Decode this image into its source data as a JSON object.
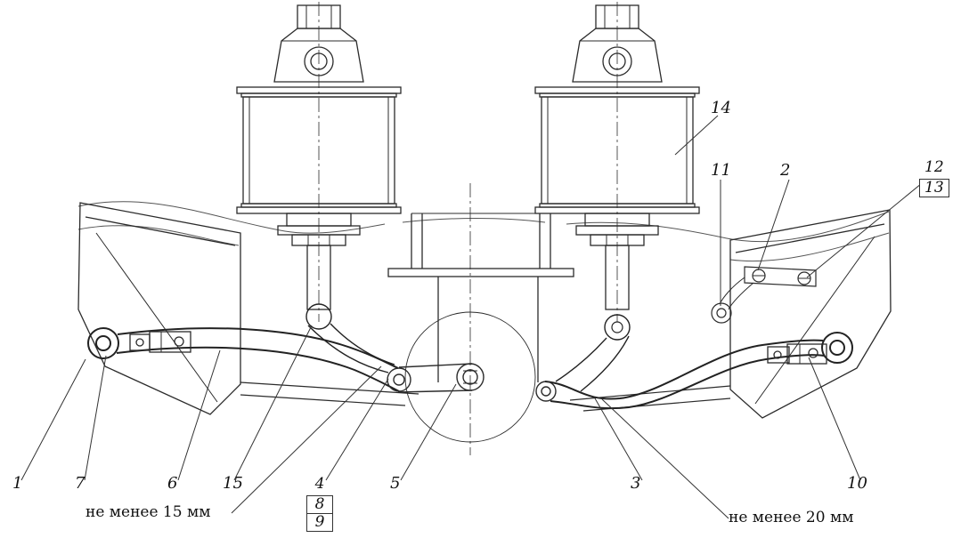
{
  "callouts": {
    "n1": "1",
    "n2": "2",
    "n3": "3",
    "n4": "4",
    "n5": "5",
    "n6": "6",
    "n7": "7",
    "n8": "8",
    "n9": "9",
    "n10": "10",
    "n11": "11",
    "n12": "12",
    "n13": "13",
    "n14": "14",
    "n15": "15"
  },
  "annotations": {
    "min_clearance_left": "не менее 15 мм",
    "min_clearance_right": "не менее 20 мм"
  }
}
